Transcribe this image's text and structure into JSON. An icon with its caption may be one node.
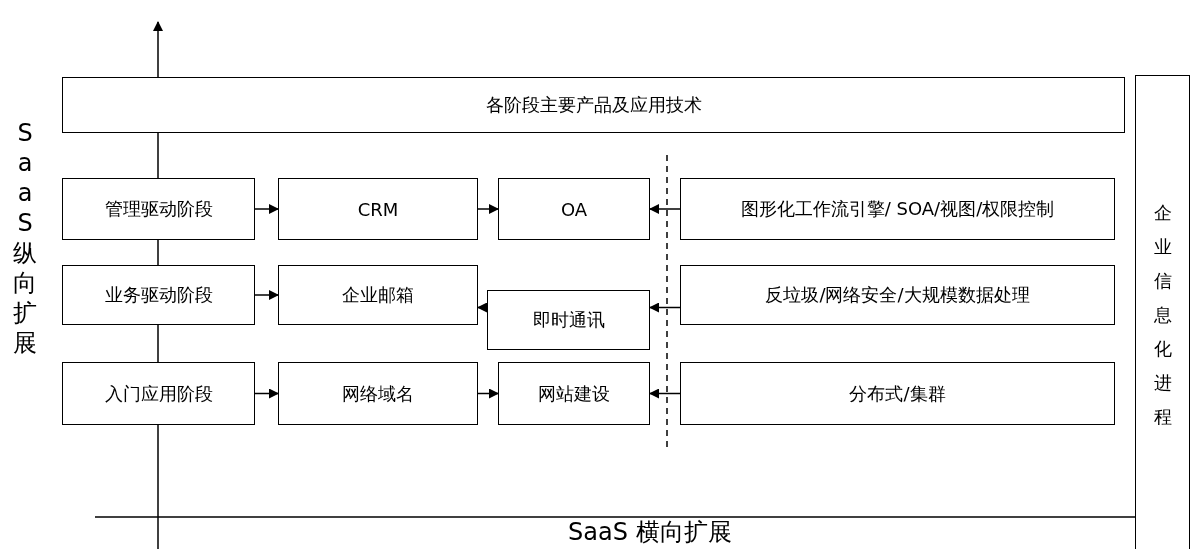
{
  "diagram": {
    "nodes": [
      {
        "text": [
          "各阶段主要产品及应用技术"
        ]
      },
      {
        "text": [
          "管理驱动阶段"
        ]
      },
      {
        "text": [
          "CRM"
        ]
      },
      {
        "text": [
          "OA"
        ]
      },
      {
        "text": [
          "图形化工作流引擎/ SOA/视图/权限控制"
        ]
      },
      {
        "text": [
          "业务驱动阶段"
        ]
      },
      {
        "text": [
          "企业邮箱"
        ]
      },
      {
        "text": [
          "即时通讯"
        ]
      },
      {
        "text": [
          "反垃圾/网络安全/大规模数据处理"
        ]
      },
      {
        "text": [
          "入门应用阶段"
        ]
      },
      {
        "text": [
          "网络域名"
        ]
      },
      {
        "text": [
          "网站建设"
        ]
      },
      {
        "text": [
          "分布式/集群"
        ]
      },
      {
        "text": [
          "企业信息化进程"
        ]
      }
    ],
    "edges": [
      {
        "from": 1,
        "to": 2,
        "arrow": "to"
      },
      {
        "from": 2,
        "to": 3,
        "arrow": "to"
      },
      {
        "from": 4,
        "to": 3,
        "arrow": "to"
      },
      {
        "from": 5,
        "to": 6,
        "arrow": "to"
      },
      {
        "from": 7,
        "to": 6,
        "arrow": "to"
      },
      {
        "from": 8,
        "to": 7,
        "arrow": "to"
      },
      {
        "from": 9,
        "to": 10,
        "arrow": "to"
      },
      {
        "from": 10,
        "to": 11,
        "arrow": "to"
      },
      {
        "from": 12,
        "to": 11,
        "arrow": "to"
      }
    ],
    "labels": [
      "SaaS 纵向扩展",
      "SaaS 横向扩展"
    ]
  }
}
